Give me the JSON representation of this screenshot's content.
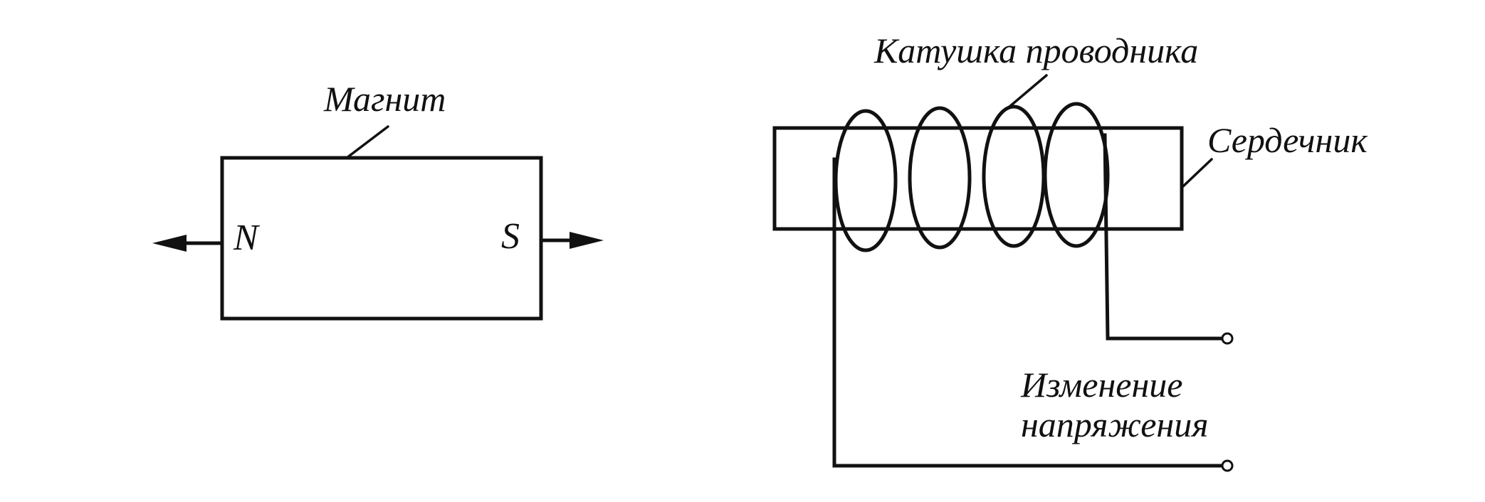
{
  "magnet": {
    "label": "Магнит",
    "pole_north": "N",
    "pole_south": "S"
  },
  "coil_assembly": {
    "coil_label": "Катушка проводника",
    "core_label": "Сердечник",
    "voltage_label_line1": "Изменение",
    "voltage_label_line2": "напряжения",
    "turns": 4
  }
}
